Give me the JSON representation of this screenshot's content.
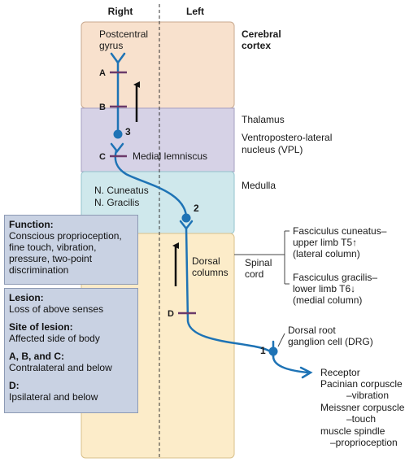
{
  "header": {
    "right": "Right",
    "left": "Left"
  },
  "regions": {
    "cortex": {
      "label": "Postcentral gyrus",
      "line1": "Postcentral",
      "line2": "gyrus",
      "side_title_1": "Cerebral",
      "side_title_2": "cortex"
    },
    "thalamus": {
      "side_label": "Thalamus",
      "nucleus_1": "Ventropostero-lateral",
      "nucleus_2": "nucleus (VPL)",
      "tract": "Medial lemniscus"
    },
    "medulla": {
      "side_label": "Medulla",
      "nucleus_1": "N. Cuneatus",
      "nucleus_2": "N. Gracilis"
    },
    "spinal": {
      "inner_1": "Dorsal",
      "inner_2": "columns",
      "side_1": "Spinal",
      "side_2": "cord"
    }
  },
  "colors": {
    "cortex": "#f8e1cd",
    "thalamus": "#d6d2e6",
    "medulla": "#cfe8ec",
    "spinal": "#fcecc9",
    "pathway": "#1e73b5",
    "lesion_mark": "#6b3a6a",
    "info_box": "#c9d2e3"
  },
  "markers": {
    "a": "A",
    "b": "B",
    "c": "C",
    "d": "D"
  },
  "neurons": {
    "n1": "1",
    "n2": "2",
    "n3": "3"
  },
  "fasciculi": {
    "cuneatus_1": "Fasciculus cuneatus–",
    "cuneatus_2": "upper limb T5↑",
    "cuneatus_3": "(lateral column)",
    "gracilis_1": "Fasciculus gracilis–",
    "gracilis_2": "lower limb T6↓",
    "gracilis_3": "(medial column)"
  },
  "drg": {
    "line1": "Dorsal root",
    "line2": "ganglion cell (DRG)"
  },
  "receptors": {
    "title": "Receptor",
    "r1a": "Pacinian corpuscle",
    "r1b": "–vibration",
    "r2a": "Meissner corpuscle",
    "r2b": "–touch",
    "r3a": "muscle spindle",
    "r3b": "–proprioception"
  },
  "function_box": {
    "heading": "Function:",
    "lines": [
      "Conscious proprioception,",
      "fine touch, vibration,",
      "pressure, two-point",
      "discrimination"
    ]
  },
  "lesion_box": {
    "lesion_heading": "Lesion:",
    "lesion_text": "Loss of above senses",
    "site_heading": "Site of lesion:",
    "site_text": "Affected side of body",
    "abc_heading": "A, B, and C:",
    "abc_text": "Contralateral and below",
    "d_heading": "D:",
    "d_text": "Ipsilateral and below"
  }
}
